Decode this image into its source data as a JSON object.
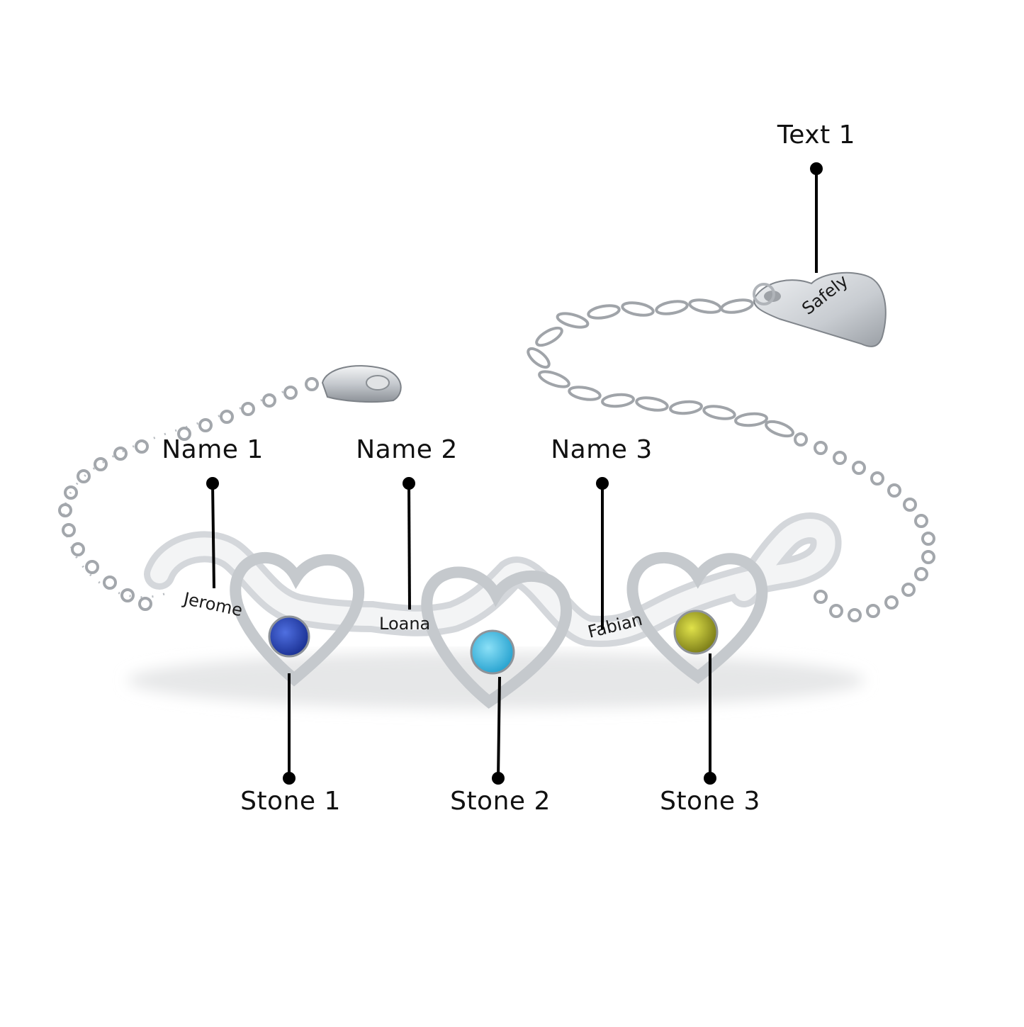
{
  "product": {
    "type": "personalized heart infinity bracelet",
    "metal_color": "#c9cdd2"
  },
  "callouts": {
    "text1": {
      "label": "Text 1",
      "engraving": "Safely"
    },
    "name1": {
      "label": "Name 1",
      "engraving": "Jerome"
    },
    "name2": {
      "label": "Name 2",
      "engraving": "Loana"
    },
    "name3": {
      "label": "Name 3",
      "engraving": "Fabian"
    },
    "stone1": {
      "label": "Stone 1",
      "color": "#1e3fa8"
    },
    "stone2": {
      "label": "Stone 2",
      "color": "#35b7e0"
    },
    "stone3": {
      "label": "Stone 3",
      "color": "#9ea21c"
    }
  }
}
